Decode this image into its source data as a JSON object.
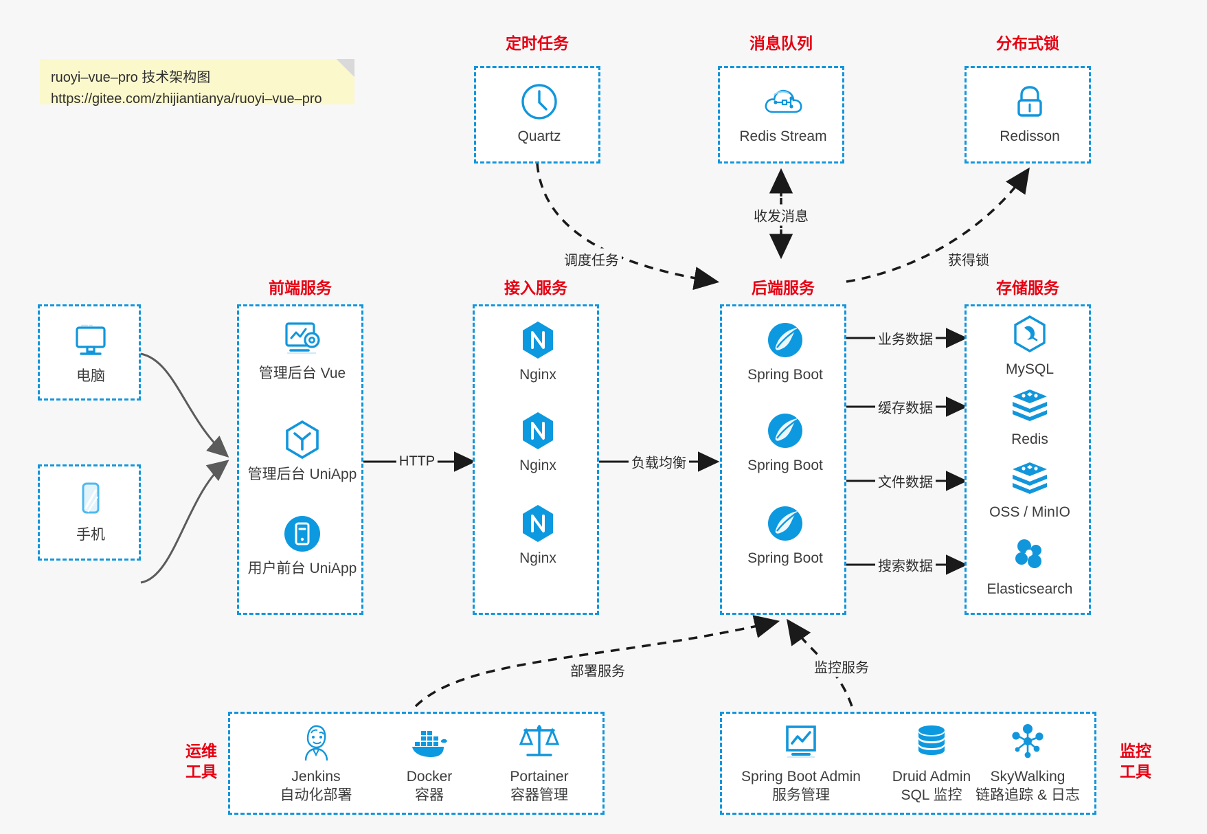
{
  "note": {
    "line1": "ruoyi–vue–pro 技术架构图",
    "line2": "https://gitee.com/zhijiantianya/ruoyi–vue–pro"
  },
  "groups": {
    "scheduler": {
      "title": "定时任务"
    },
    "mq": {
      "title": "消息队列"
    },
    "lock": {
      "title": "分布式锁"
    },
    "frontend": {
      "title": "前端服务"
    },
    "gateway": {
      "title": "接入服务"
    },
    "backend": {
      "title": "后端服务"
    },
    "storage": {
      "title": "存储服务"
    },
    "devops": {
      "title": "运维\n工具",
      "title_l1": "运维",
      "title_l2": "工具"
    },
    "monitor": {
      "title": "监控\n工具",
      "title_l1": "监控",
      "title_l2": "工具"
    }
  },
  "nodes": {
    "quartz": {
      "label": "Quartz",
      "icon": "clock-icon"
    },
    "redis_stream": {
      "label": "Redis Stream",
      "icon": "cloud-stream-icon"
    },
    "redisson": {
      "label": "Redisson",
      "icon": "lock-icon"
    },
    "pc": {
      "label": "电脑",
      "icon": "desktop-icon"
    },
    "phone": {
      "label": "手机",
      "icon": "mobile-icon"
    },
    "admin_vue": {
      "label": "管理后台 Vue",
      "icon": "dashboard-gear-icon"
    },
    "admin_uniapp": {
      "label": "管理后台 UniApp",
      "icon": "uniapp-hexagon-icon"
    },
    "user_uniapp": {
      "label": "用户前台 UniApp",
      "icon": "app-circle-icon"
    },
    "nginx1": {
      "label": "Nginx",
      "icon": "nginx-icon"
    },
    "nginx2": {
      "label": "Nginx",
      "icon": "nginx-icon"
    },
    "nginx3": {
      "label": "Nginx",
      "icon": "nginx-icon"
    },
    "boot1": {
      "label": "Spring Boot",
      "icon": "spring-icon"
    },
    "boot2": {
      "label": "Spring Boot",
      "icon": "spring-icon"
    },
    "boot3": {
      "label": "Spring Boot",
      "icon": "spring-icon"
    },
    "mysql": {
      "label": "MySQL",
      "icon": "mysql-icon"
    },
    "redis": {
      "label": "Redis",
      "icon": "redis-icon"
    },
    "oss": {
      "label": "OSS / MinIO",
      "icon": "oss-icon"
    },
    "elasticsearch": {
      "label": "Elasticsearch",
      "icon": "elasticsearch-icon"
    },
    "jenkins": {
      "label": "Jenkins",
      "sub": "自动化部署",
      "icon": "jenkins-icon"
    },
    "docker": {
      "label": "Docker",
      "sub": "容器",
      "icon": "docker-icon"
    },
    "portainer": {
      "label": "Portainer",
      "sub": "容器管理",
      "icon": "scales-icon"
    },
    "sba": {
      "label": "Spring Boot Admin",
      "sub": "服务管理",
      "icon": "monitor-chart-icon"
    },
    "druid": {
      "label": "Druid Admin",
      "sub": "SQL 监控",
      "icon": "database-icon"
    },
    "skywalking": {
      "label": "SkyWalking",
      "sub": "链路追踪 & 日志",
      "icon": "skywalking-icon"
    }
  },
  "edges": {
    "schedule_task": "调度任务",
    "send_receive_msg": "收发消息",
    "acquire_lock": "获得锁",
    "http": "HTTP",
    "load_balance": "负载均衡",
    "business_data": "业务数据",
    "cache_data": "缓存数据",
    "file_data": "文件数据",
    "search_data": "搜索数据",
    "deploy_service": "部署服务",
    "monitor_service": "监控服务"
  },
  "colors": {
    "brand_blue": "#1296db",
    "title_red": "#e60012",
    "note_bg": "#fbf8cc",
    "page_bg": "#f7f7f7",
    "text": "#3d3d3d"
  }
}
